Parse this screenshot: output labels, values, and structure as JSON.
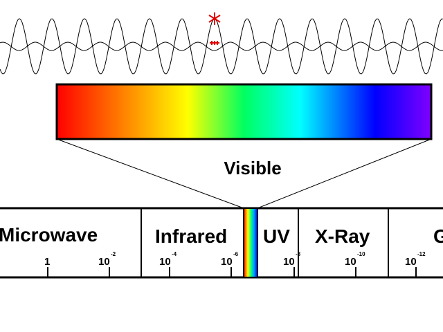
{
  "visible_label": "Visible",
  "bands": [
    {
      "id": "microwave",
      "label": "Microwave"
    },
    {
      "id": "infrared",
      "label": "Infrared"
    },
    {
      "id": "uv",
      "label": "UV"
    },
    {
      "id": "xray",
      "label": "X-Ray"
    },
    {
      "id": "gamma",
      "label": "G"
    }
  ],
  "ticks": [
    {
      "base": "1",
      "exp": ""
    },
    {
      "base": "10",
      "exp": "-2"
    },
    {
      "base": "10",
      "exp": "-4"
    },
    {
      "base": "10",
      "exp": "-6"
    },
    {
      "base": "10",
      "exp": "-8"
    },
    {
      "base": "10",
      "exp": "-10"
    },
    {
      "base": "10",
      "exp": "-12"
    }
  ],
  "spectrum_colors": [
    "#ff0000",
    "#ff8000",
    "#ffff00",
    "#80ff00",
    "#00ff80",
    "#00ffff",
    "#0000ff",
    "#8000ff"
  ],
  "marker_color": "#e00000"
}
